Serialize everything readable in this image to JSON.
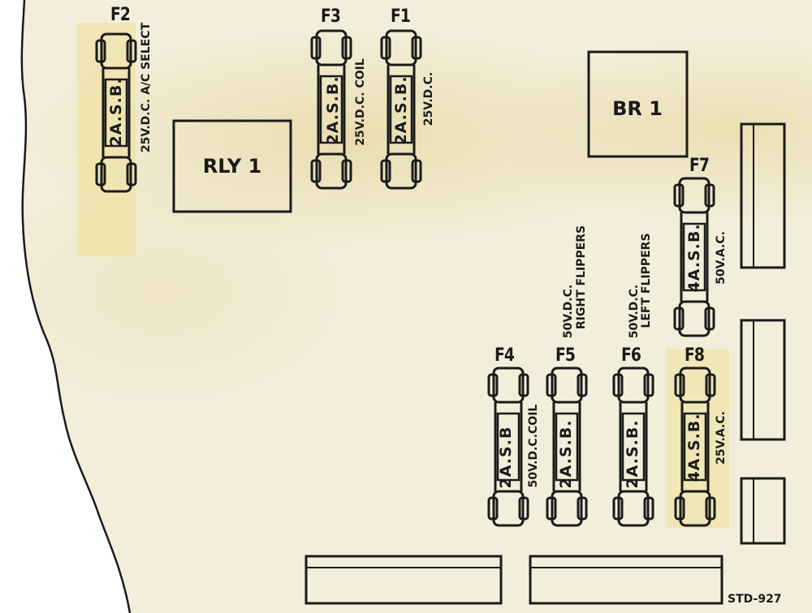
{
  "components": {
    "rly1": "RLY 1",
    "br1": "BR 1"
  },
  "fuses": {
    "f1": {
      "name": "F1",
      "rating": "2A.S.B.",
      "voltage": "25V.D.C."
    },
    "f2": {
      "name": "F2",
      "rating": "2A.S.B.",
      "voltage": "25V.D.C. A/C SELECT"
    },
    "f3": {
      "name": "F3",
      "rating": "2A.S.B.",
      "voltage": "25V.D.C. COIL"
    },
    "f4": {
      "name": "F4",
      "rating": "2A.S.B",
      "voltage": "50V.D.C.COIL"
    },
    "f5": {
      "name": "F5",
      "rating": "2A.S.B.",
      "voltage": "50V.D.C.",
      "function": "RIGHT FLIPPERS"
    },
    "f6": {
      "name": "F6",
      "rating": "2A.S.B.",
      "voltage": "50V.D.C.",
      "function": "LEFT FLIPPERS"
    },
    "f7": {
      "name": "F7",
      "rating": "4A.S.B.",
      "voltage": "50V.A.C."
    },
    "f8": {
      "name": "F8",
      "rating": "4A.S.B.",
      "voltage": "25V.A.C."
    }
  },
  "doc_code": "STD-927",
  "colors": {
    "ink": "#1a1a1a",
    "paper": "#f3eedb",
    "stain": "#e8d49a"
  }
}
